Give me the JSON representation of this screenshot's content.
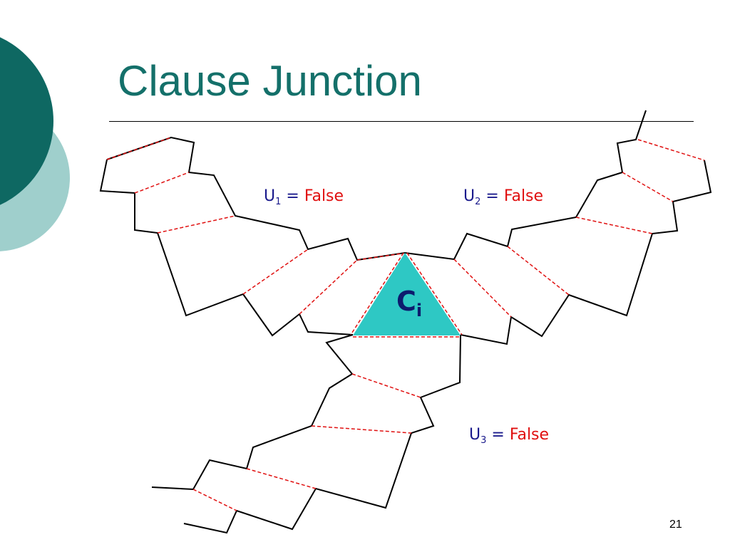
{
  "slide": {
    "title": "Clause Junction",
    "page_number": "21",
    "colors": {
      "title": "#14706a",
      "circle_dark": "#0e6862",
      "circle_light": "#9fcfcc",
      "triangle": "#2ec8c4",
      "dashed": "#e01010",
      "variable_text": "#1a1a8c",
      "value_text": "#e01010"
    }
  },
  "clause": {
    "letter": "C",
    "index": "i"
  },
  "labels": [
    {
      "var": "U",
      "sub": "1",
      "eq": "=",
      "value": "False"
    },
    {
      "var": "U",
      "sub": "2",
      "eq": "=",
      "value": "False"
    },
    {
      "var": "U",
      "sub": "3",
      "eq": "=",
      "value": "False"
    }
  ]
}
